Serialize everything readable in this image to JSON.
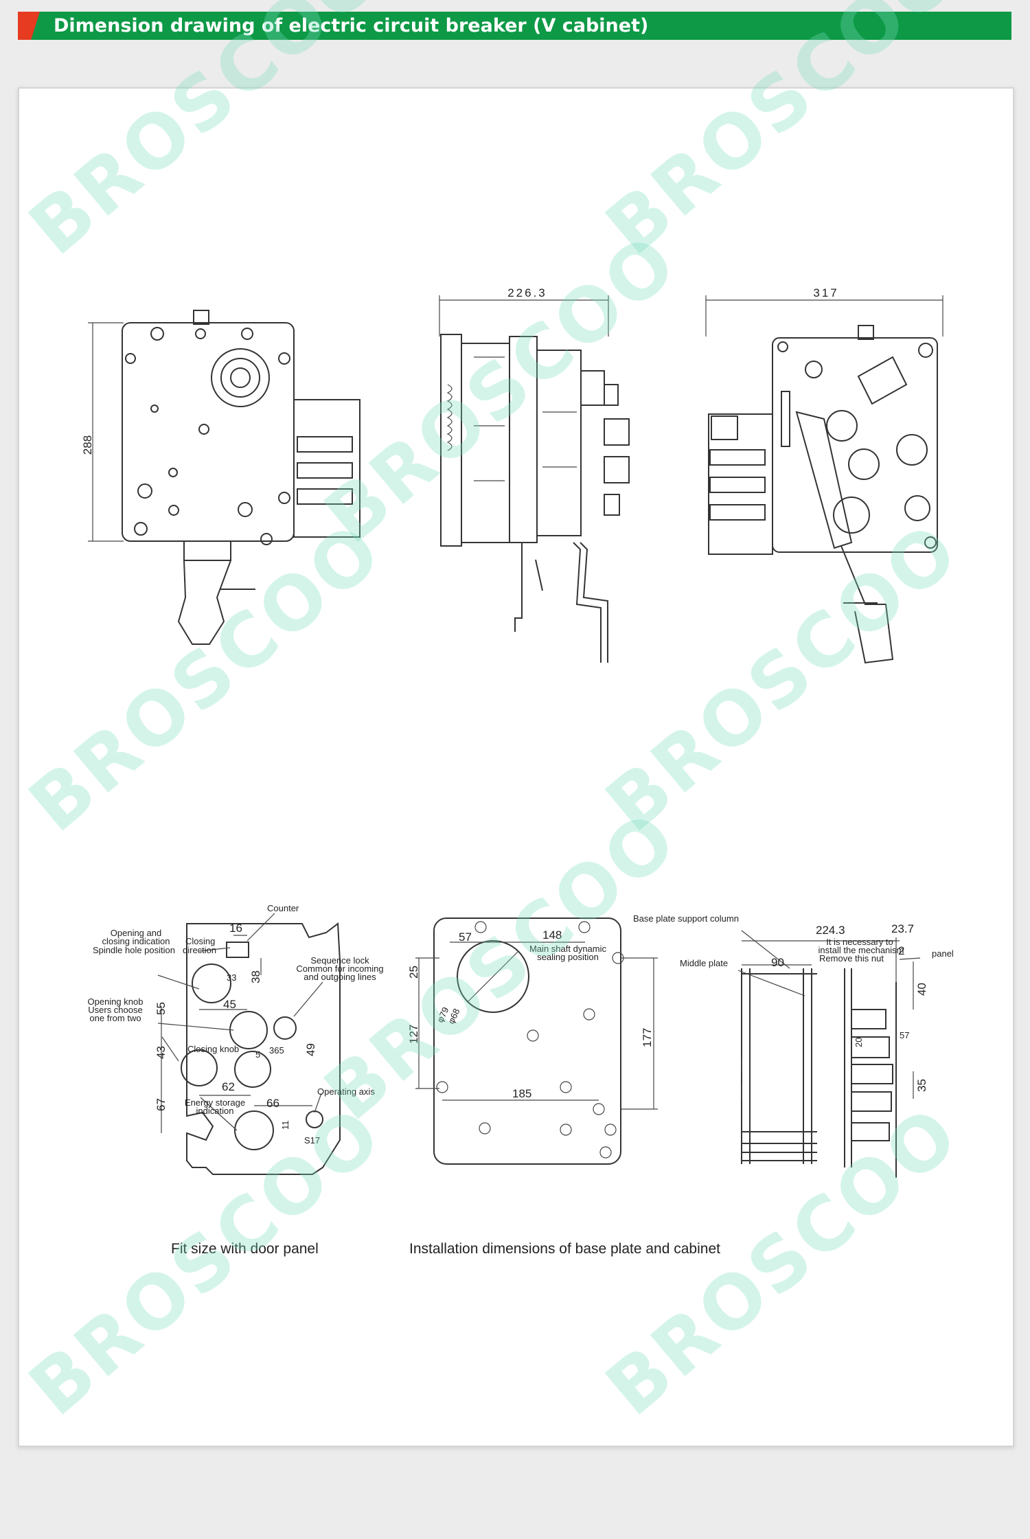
{
  "header": {
    "title": "Dimension drawing of electric circuit breaker (V cabinet)",
    "accent_color": "#e63a21",
    "bar_color": "#0d9946"
  },
  "top_views": {
    "front_height_dim": "288",
    "side_width_dim": "226.3",
    "rear_width_dim": "317"
  },
  "door_panel": {
    "labels": {
      "counter": "Counter",
      "opening_closing_indication": "Opening and\nclosing indication",
      "spindle_hole": "Spindle hole position",
      "closing_direction": "Closing\ndirection",
      "sequence_lock": "Sequence lock\nCommon for incoming\nand outgoing lines",
      "opening_knob": "Opening knob\nUsers choose\none from two",
      "closing_knob": "Closing knob",
      "energy_storage": "Energy storage\nindication",
      "operating_axis": "Operating axis"
    },
    "dims": [
      "16",
      "33",
      "38",
      "55",
      "45",
      "43",
      "62",
      "5",
      "365",
      "49",
      "67",
      "66",
      "11",
      "S17"
    ],
    "caption": "Fit size with door panel"
  },
  "base_plate": {
    "dims": [
      "57",
      "148",
      "25",
      "127",
      "177",
      "185",
      "φ79",
      "φ68"
    ],
    "labels": {
      "main_shaft": "Main shaft dynamic\nsealing position"
    },
    "caption": "Installation dimensions  of base  plate and cabinet"
  },
  "side_install": {
    "labels": {
      "support_column": "Base plate support column",
      "middle_plate": "Middle plate",
      "nut_note": "It is necessary to\ninstall the mechanism\nRemove this nut",
      "panel": "panel"
    },
    "dims": [
      "224.3",
      "23.7",
      "90",
      "2",
      "40",
      "20",
      "57",
      "35"
    ]
  },
  "watermark": "BROSCOO"
}
